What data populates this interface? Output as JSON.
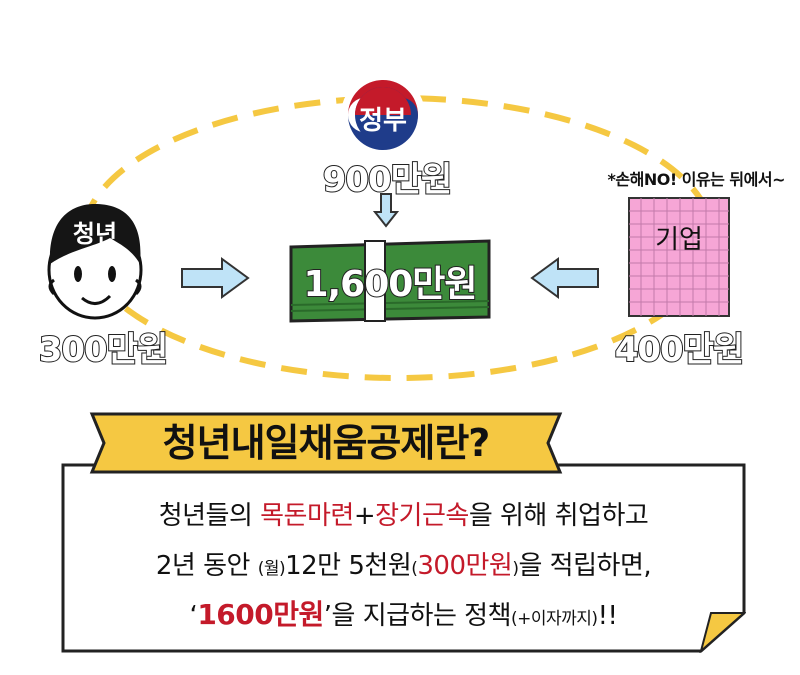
{
  "gov": {
    "label": "정부",
    "amount": "900만원"
  },
  "youth": {
    "label": "청년",
    "amount": "300만원"
  },
  "company": {
    "label": "기업",
    "amount": "400만원",
    "note": "*손해NO! 이유는 뒤에서~"
  },
  "total": {
    "amount": "1,600만원"
  },
  "title": "청년내일채움공제란?",
  "desc": {
    "l1_a": "청년들의 ",
    "l1_b": "목돈마련",
    "l1_c": "+",
    "l1_d": "장기근속",
    "l1_e": "을 위해 취업하고",
    "l2_a": "2년 동안 ",
    "l2_b": "(월)",
    "l2_c": "12만 5천원",
    "l2_d": "(",
    "l2_e": "300만원",
    "l2_f": ")",
    "l2_g": "을 적립하면,",
    "l3_a": "‘",
    "l3_b": "1600만원",
    "l3_c": "’을 지급하는 정책",
    "l3_d": "(+이자까지)",
    "l3_e": "!!"
  },
  "colors": {
    "accent_yellow": "#f5c842",
    "money_green": "#3c8a3a",
    "arrow_blue": "#bfe3f7",
    "grid_pink": "#f6a6d6",
    "red": "#c41a2a"
  }
}
